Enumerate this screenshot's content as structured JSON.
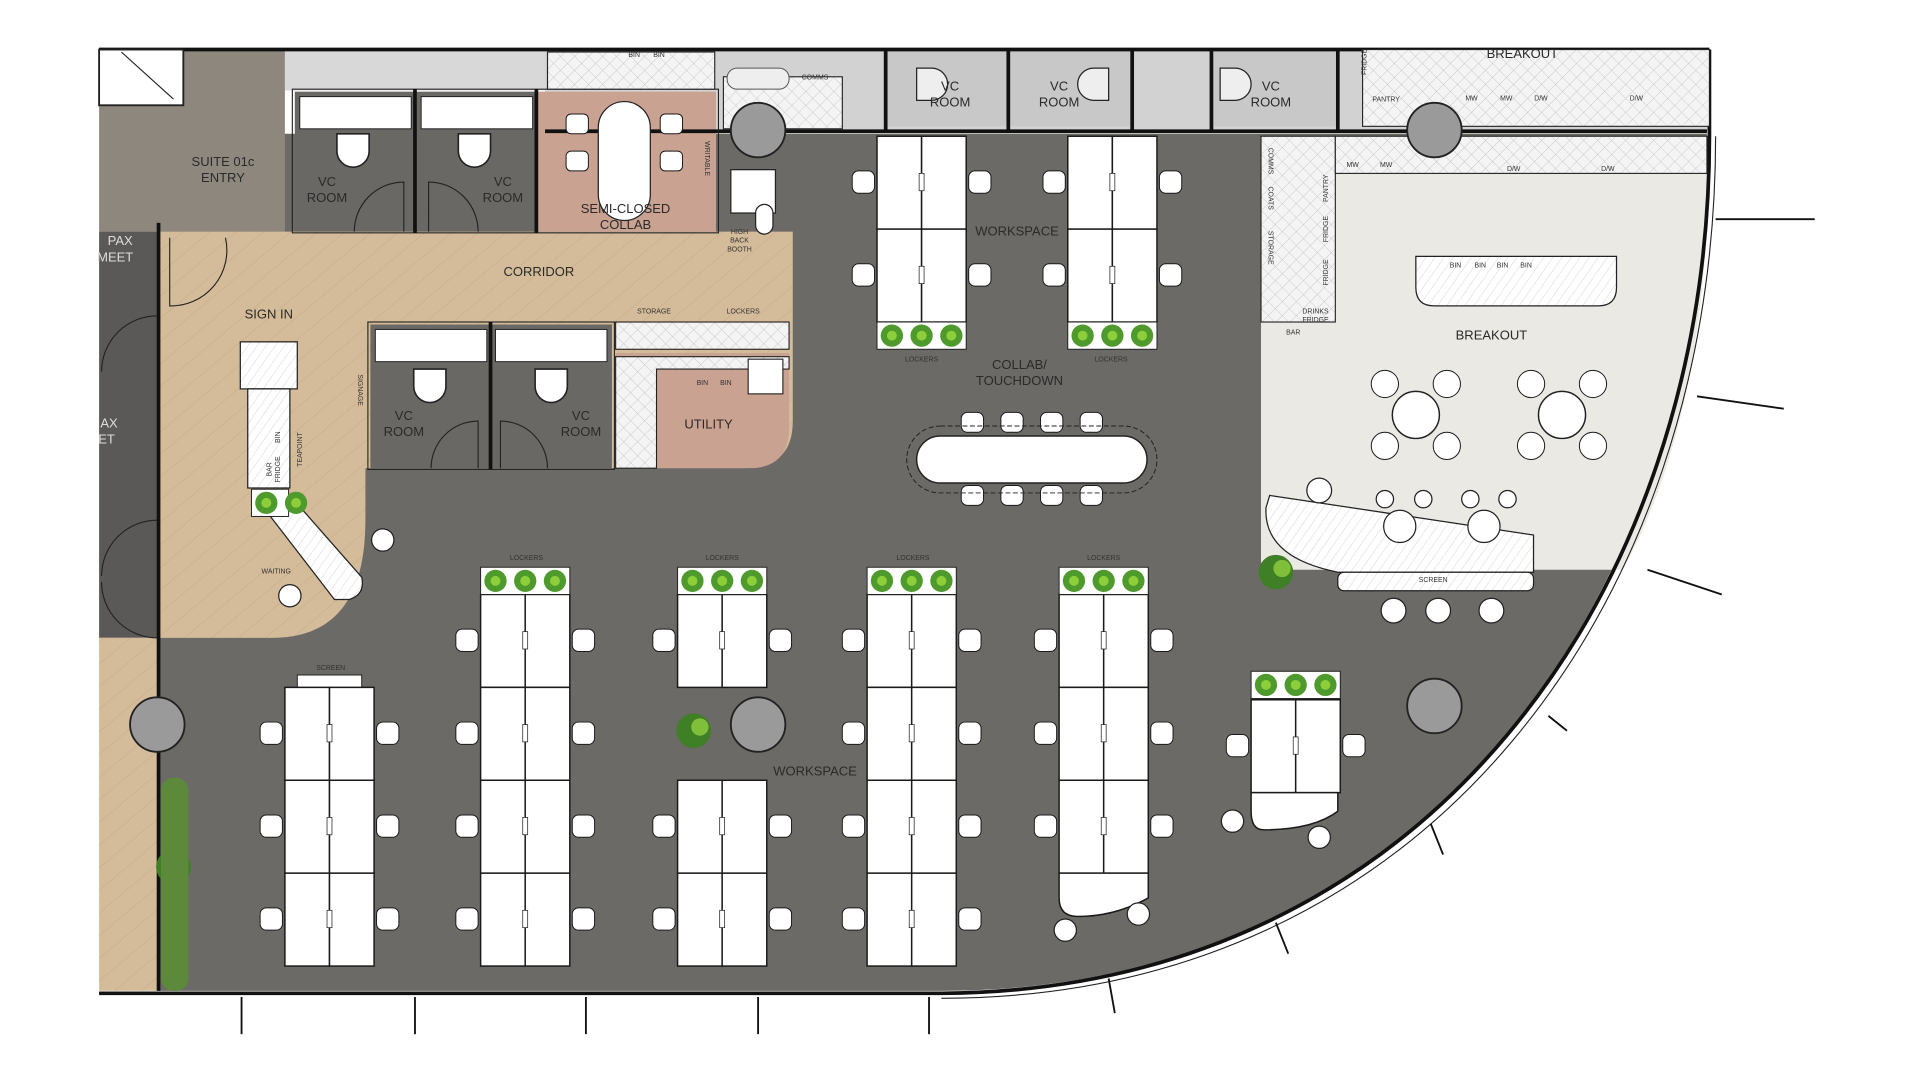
{
  "colors": {
    "carpet": "#6c6a66",
    "wood": "#d4bc9a",
    "breakout_floor": "#ebe9e4",
    "top_rooms": "#d2d2d2",
    "vc_room_floor": "#6a6865",
    "collab_floor": "#c9a291",
    "suite_entry": "#8e877e",
    "pax_meet": "#5b5957",
    "column": "#9a9a9a",
    "planter_green": "#4f9a2c"
  },
  "rooms": {
    "suite_entry": [
      "SUITE 01c",
      "ENTRY"
    ],
    "pax_meet_top": [
      "PAX",
      "MEET"
    ],
    "pax_meet_bottom": [
      "AX",
      "ET"
    ],
    "vc_room": [
      "VC",
      "ROOM"
    ],
    "semi_closed_collab": [
      "SEMI-CLOSED",
      "COLLAB"
    ],
    "corridor": "CORRIDOR",
    "sign_in": "SIGN IN",
    "utility": "UTILITY",
    "workspace": "WORKSPACE",
    "collab_touchdown": [
      "COLLAB/",
      "TOUCHDOWN"
    ],
    "breakout": "BREAKOUT"
  },
  "fixtures": {
    "bin": "BIN",
    "comms": "COMMS",
    "writable": "WRITABLE",
    "high_back_booth": [
      "HIGH",
      "BACK",
      "BOOTH"
    ],
    "storage": "STORAGE",
    "lockers": "LOCKERS",
    "signage": "SIGNAGE",
    "teapoint": "TEAPOINT",
    "bar_fridge": [
      "BAR",
      "FRIDGE"
    ],
    "waiting": "WAITING",
    "screen": "SCREEN",
    "fridge": "FRIDGE",
    "pantry": "PANTRY",
    "mw": "MW",
    "dw": "D/W",
    "coats": "COATS",
    "drinks_fridge": [
      "DRINKS",
      "FRIDGE"
    ],
    "bar": "BAR"
  }
}
